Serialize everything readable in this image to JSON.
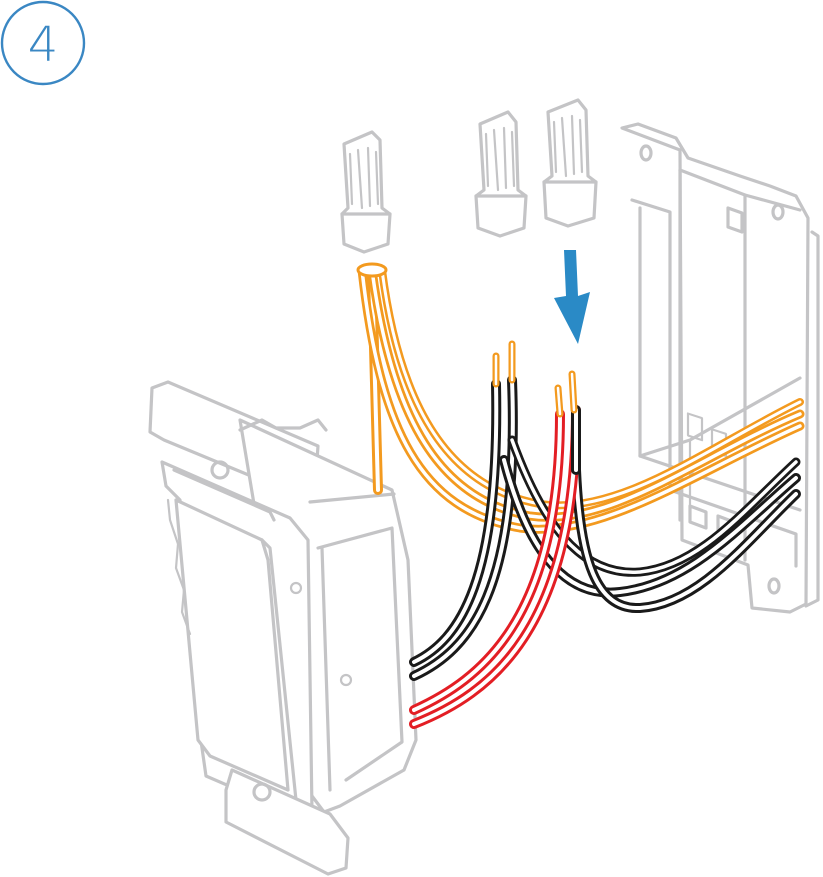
{
  "step": {
    "number": "4",
    "badge_color": "#3a87c3"
  },
  "colors": {
    "outline_gray": "#c4c4c6",
    "neutral_white_wire": "#f39a1f",
    "black_wire": "#1a1a1a",
    "red_wire": "#e31e24",
    "arrow_blue": "#2a8ac6",
    "background": "#ffffff"
  },
  "icons": {
    "step_badge": "circle-number",
    "direction_arrow": "arrow-down-icon",
    "wire_nut": "wire-nut-icon",
    "switch": "dimmer-switch",
    "wall_box": "electrical-box"
  }
}
